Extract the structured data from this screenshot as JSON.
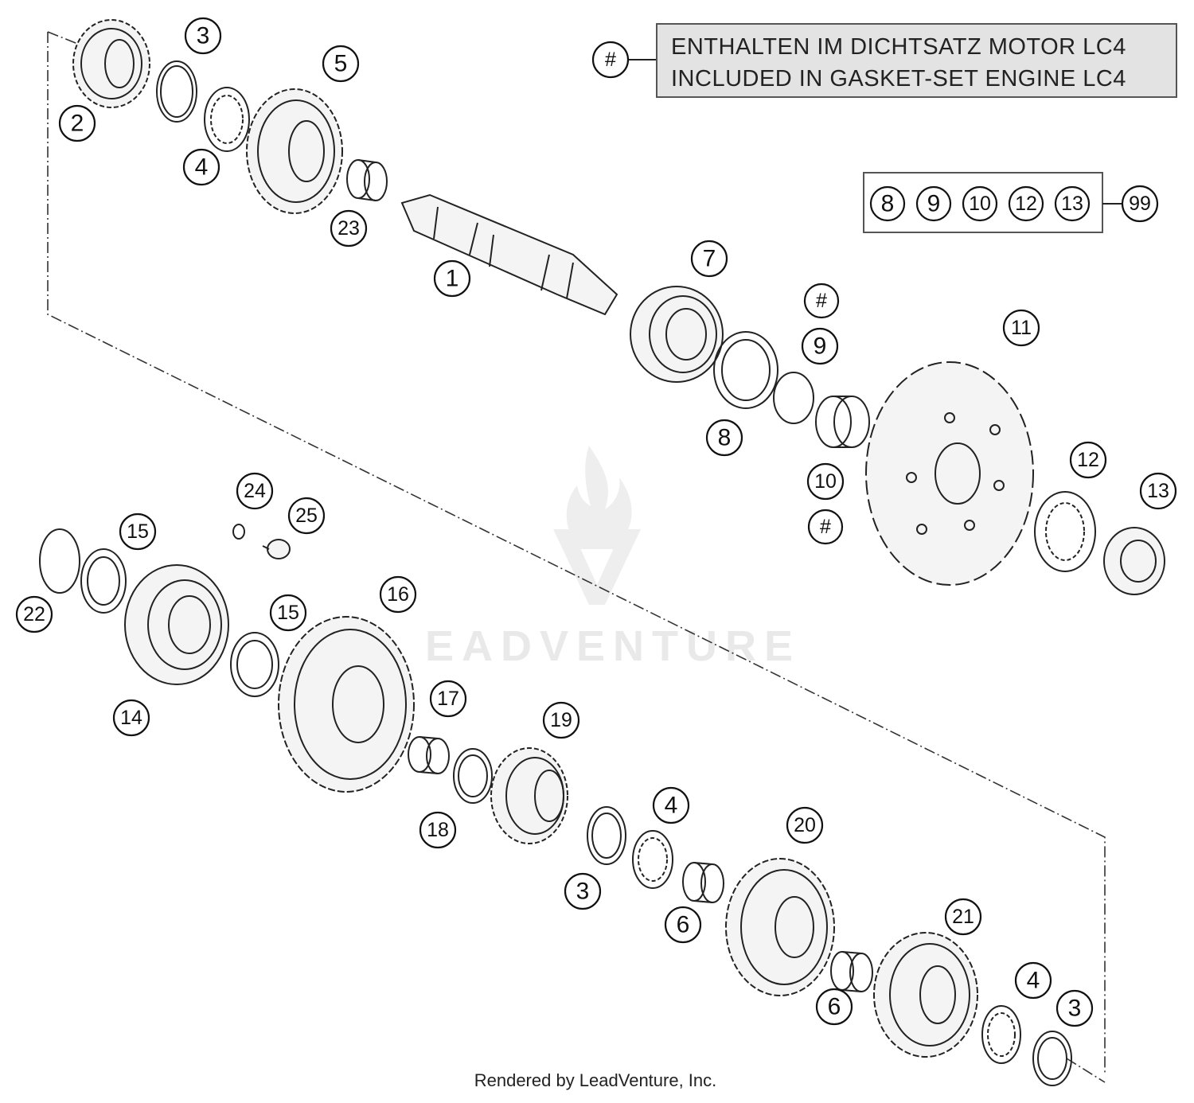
{
  "note": {
    "symbol": "#",
    "line1": "ENTHALTEN IM DICHTSATZ MOTOR LC4",
    "line2": "INCLUDED IN GASKET-SET ENGINE LC4"
  },
  "kit": {
    "items": [
      "8",
      "9",
      "10",
      "12",
      "13"
    ],
    "result": "99"
  },
  "callouts": [
    {
      "id": "c1",
      "label": "1"
    },
    {
      "id": "c2",
      "label": "2"
    },
    {
      "id": "c3a",
      "label": "3"
    },
    {
      "id": "c4a",
      "label": "4"
    },
    {
      "id": "c5",
      "label": "5"
    },
    {
      "id": "c23",
      "label": "23"
    },
    {
      "id": "c7",
      "label": "7"
    },
    {
      "id": "c8",
      "label": "8"
    },
    {
      "id": "hash1",
      "label": "#"
    },
    {
      "id": "c9",
      "label": "9"
    },
    {
      "id": "c10",
      "label": "10"
    },
    {
      "id": "hash2",
      "label": "#"
    },
    {
      "id": "c11",
      "label": "11"
    },
    {
      "id": "c12",
      "label": "12"
    },
    {
      "id": "c13",
      "label": "13"
    },
    {
      "id": "c24",
      "label": "24"
    },
    {
      "id": "c25",
      "label": "25"
    },
    {
      "id": "c15a",
      "label": "15"
    },
    {
      "id": "c22",
      "label": "22"
    },
    {
      "id": "c15b",
      "label": "15"
    },
    {
      "id": "c16",
      "label": "16"
    },
    {
      "id": "c14",
      "label": "14"
    },
    {
      "id": "c17",
      "label": "17"
    },
    {
      "id": "c19",
      "label": "19"
    },
    {
      "id": "c18",
      "label": "18"
    },
    {
      "id": "c4b",
      "label": "4"
    },
    {
      "id": "c20",
      "label": "20"
    },
    {
      "id": "c3b",
      "label": "3"
    },
    {
      "id": "c6a",
      "label": "6"
    },
    {
      "id": "c21",
      "label": "21"
    },
    {
      "id": "c6b",
      "label": "6"
    },
    {
      "id": "c4c",
      "label": "4"
    },
    {
      "id": "c3c",
      "label": "3"
    }
  ],
  "watermark": "EADVENTURE",
  "footer": "Rendered by LeadVenture, Inc."
}
